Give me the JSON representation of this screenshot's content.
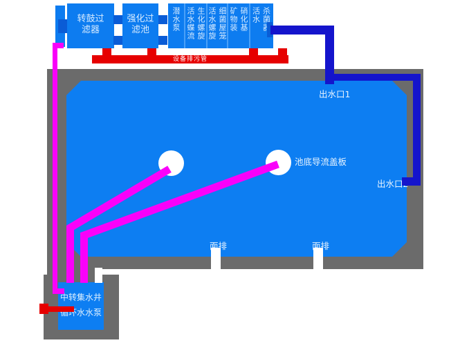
{
  "filters": {
    "drum_filter": "转鼓过滤器",
    "intensify_filter": "强化过滤池",
    "chambers": [
      {
        "cols": [
          "潜水泵"
        ]
      },
      {
        "cols": [
          "活水蝶流",
          "生化螺旋"
        ]
      },
      {
        "cols": [
          "活水螺旋",
          "细菌屋笼"
        ]
      },
      {
        "cols": [
          "矿物装",
          "硝化基"
        ]
      },
      {
        "cols": [
          "活水",
          "杀菌器"
        ]
      }
    ]
  },
  "equipment_drain": {
    "label": "设备排污管"
  },
  "pond": {
    "outlet1_label": "出水口1",
    "outlet2_label": "出水口2",
    "bottom_cover_label": "池底导流盖板",
    "surface_drain_label": "面排"
  },
  "well": {
    "line1": "中转集水井",
    "line2": "循环水水泵"
  },
  "colors": {
    "water_blue": "#0d7ef2",
    "pipe_blue": "#1414cc",
    "pipe_magenta": "#fa00fa",
    "drain_red": "#e60000",
    "wall_gray": "#6b6b6b",
    "drain_white": "#ffffff"
  }
}
